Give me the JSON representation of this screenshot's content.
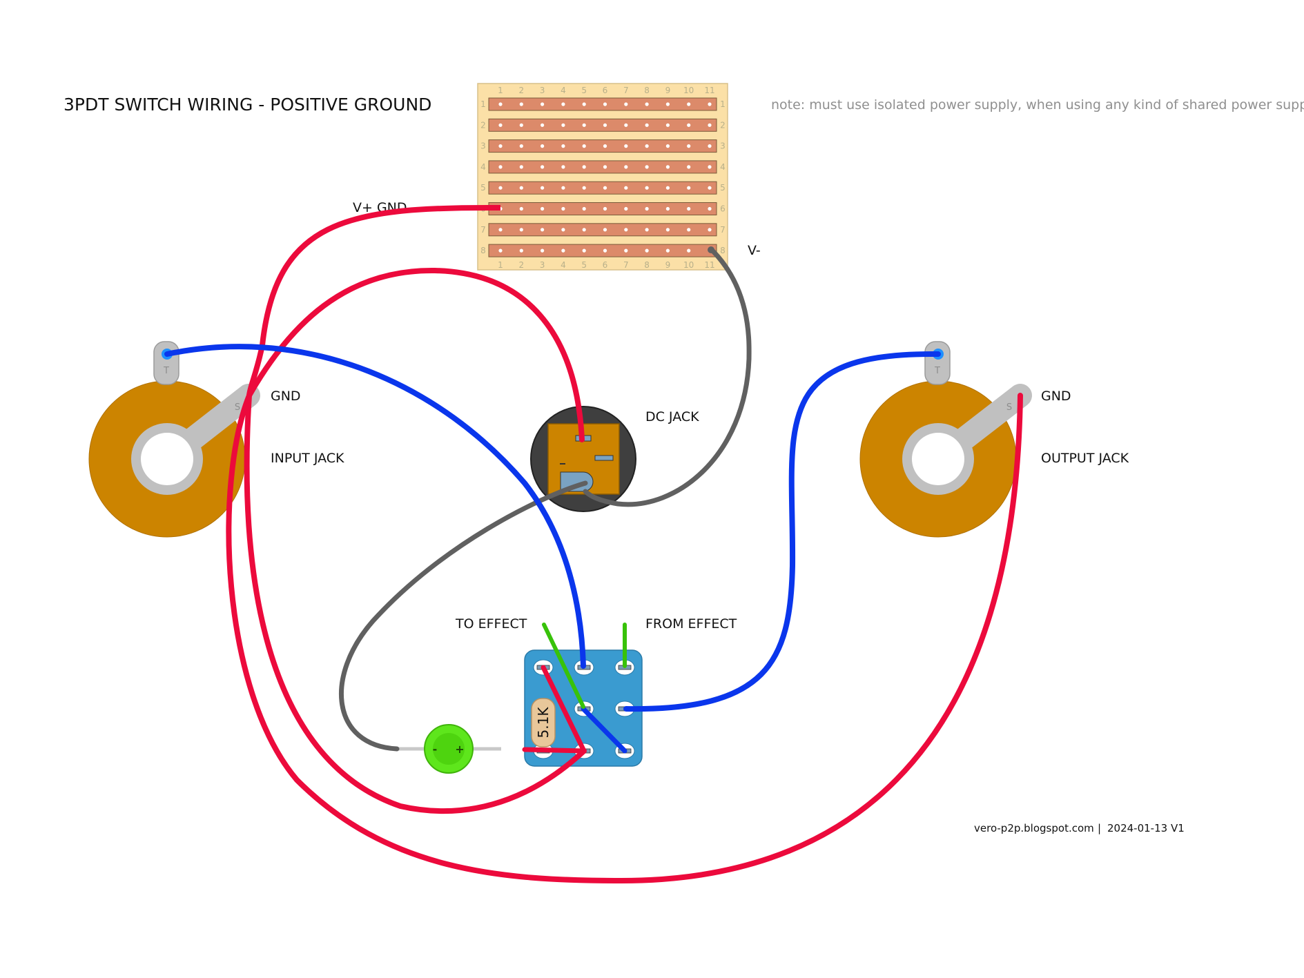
{
  "title": "3PDT SWITCH WIRING - POSITIVE GROUND",
  "note": "note: must use isolated power supply, when using any kind of shared power supply",
  "footer": {
    "site": "vero-p2p.blogspot.com",
    "separator": "|",
    "version": "2024-01-13 V1"
  },
  "labels": {
    "vplus_gnd": "V+ GND",
    "vminus": "V-",
    "gnd_left": "GND",
    "input_jack": "INPUT JACK",
    "dc_jack": "DC JACK",
    "gnd_right": "GND",
    "output_jack": "OUTPUT JACK",
    "to_effect": "TO EFFECT",
    "from_effect": "FROM EFFECT"
  },
  "stripboard": {
    "columns": [
      "1",
      "2",
      "3",
      "4",
      "5",
      "6",
      "7",
      "8",
      "9",
      "10",
      "11"
    ],
    "rows": [
      "1",
      "2",
      "3",
      "4",
      "5",
      "6",
      "7",
      "8"
    ]
  },
  "jack_lugs": {
    "tip": "T",
    "sleeve": "S"
  },
  "resistor": {
    "value": "5.1K"
  },
  "led": {
    "minus": "-",
    "plus": "+"
  },
  "colors": {
    "wire_red": "#ec0a3c",
    "wire_blue": "#0a36ec",
    "wire_gray": "#606060",
    "wire_green": "#38c20a",
    "jack_body": "#cc8400",
    "dc_jack_body": "#cc8400",
    "stripboard": "#fbe0a7",
    "copper_strip": "#dc8a6a",
    "switch_body": "#3a9bd0",
    "led": "#5ee61c"
  }
}
